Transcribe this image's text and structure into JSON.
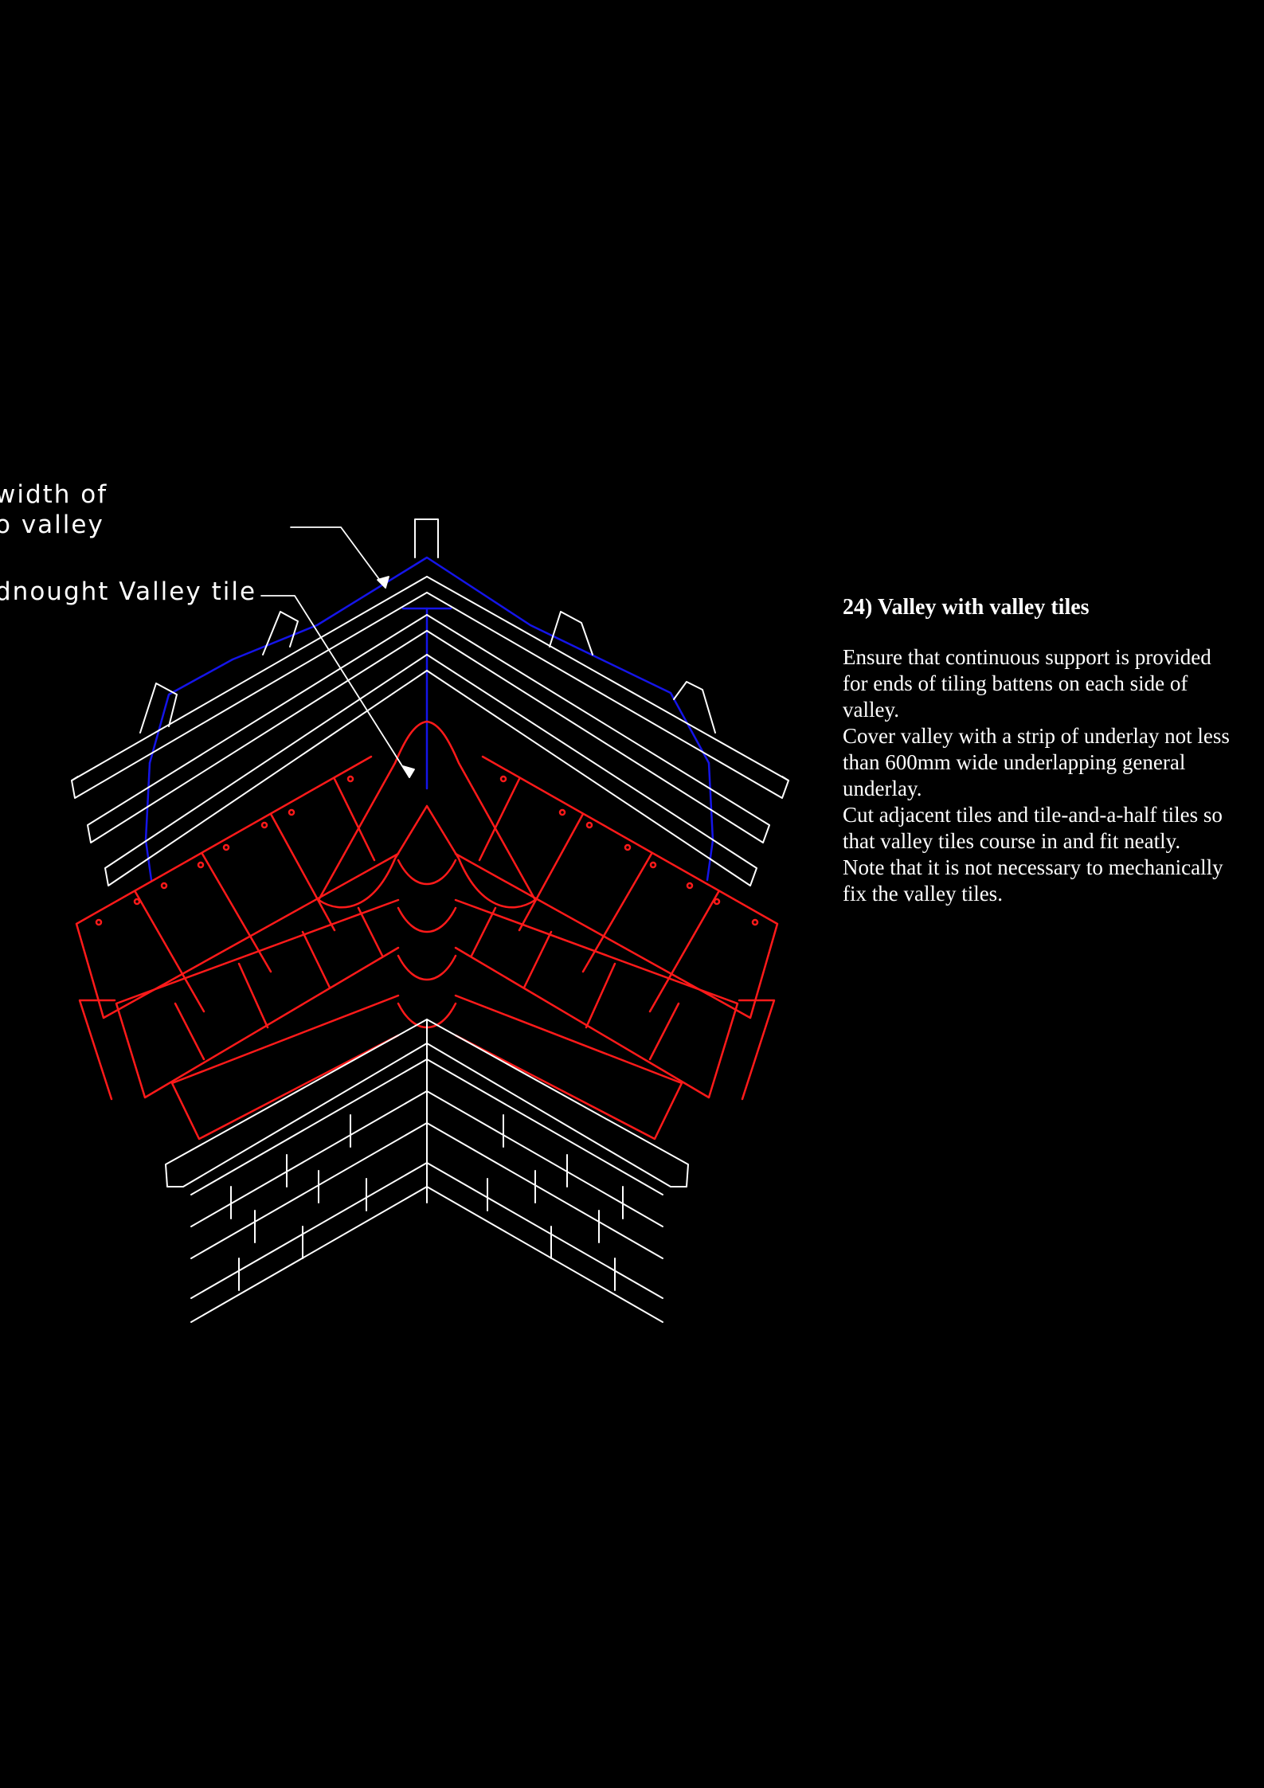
{
  "labels": {
    "underlay": [
      "width of",
      "o valley"
    ],
    "valley_tile": "dnought Valley tile"
  },
  "notes": {
    "title": "24) Valley with valley tiles",
    "lines": [
      "Ensure that continuous support is provided",
      "for ends of tiling battens on each side of",
      "valley.",
      "Cover valley with a strip of underlay not less",
      "than 600mm wide underlapping general",
      "underlay.",
      "Cut adjacent tiles and tile-and-a-half tiles so",
      "that valley tiles course in and fit neatly.",
      "Note that it is not necessary to mechanically",
      "fix the valley tiles."
    ]
  },
  "colors": {
    "background": "#000000",
    "linework": "#ffffff",
    "tiles": "#ff1a1a",
    "underlay": "#1a1aff"
  }
}
